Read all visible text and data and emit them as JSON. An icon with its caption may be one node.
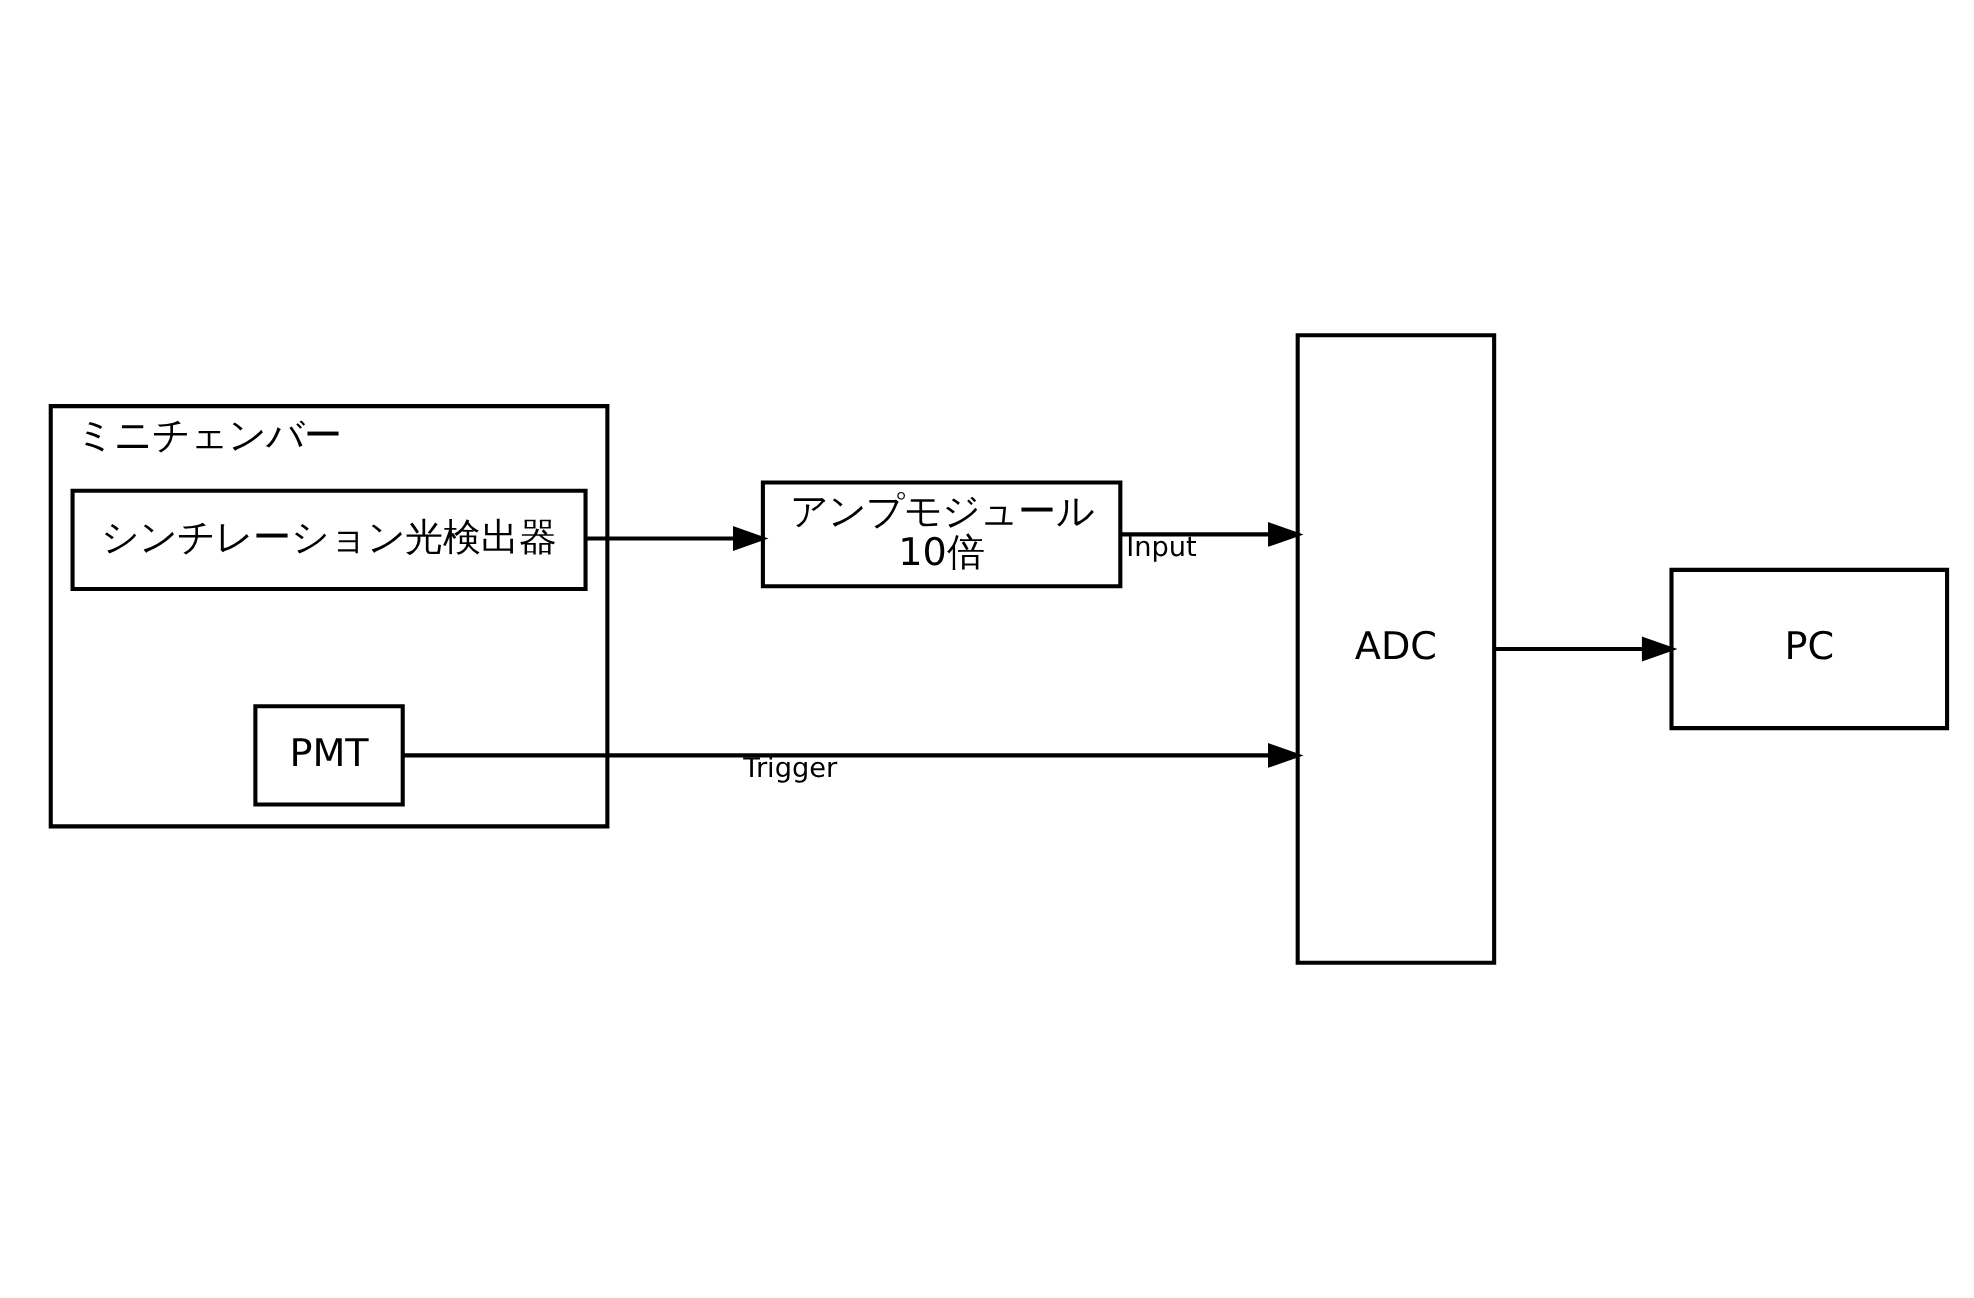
{
  "diagram": {
    "nodes": [
      {
        "text": [
          "ミニチェンバー"
        ]
      },
      {
        "text": [
          "シンチレーション光検出器"
        ],
        "in": 0
      },
      {
        "text": [
          "PMT"
        ],
        "in": 0
      },
      {
        "text": [
          "アンプモジュール",
          "10倍"
        ]
      },
      {
        "text": [
          "ADC"
        ]
      },
      {
        "text": [
          "PC"
        ]
      }
    ],
    "edges": [
      {
        "from": 1,
        "to": 3,
        "arrow": "to"
      },
      {
        "from": 3,
        "to": 4,
        "label": "Input",
        "arrow": "to"
      },
      {
        "from": 2,
        "to": 4,
        "label": "Trigger",
        "arrow": "to"
      },
      {
        "from": 4,
        "to": 5,
        "arrow": "to"
      }
    ]
  }
}
